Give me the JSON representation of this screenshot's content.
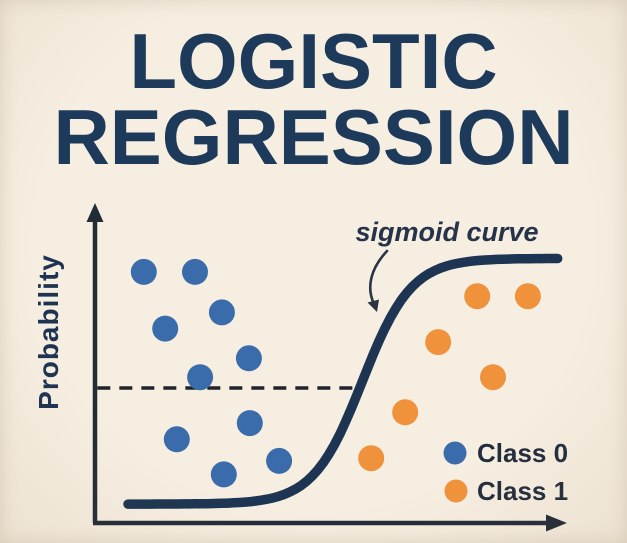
{
  "title": {
    "line1": "LOGISTIC",
    "line2": "REGRESSION"
  },
  "colors": {
    "background": "#f6eee1",
    "title_navy": "#1d3a5a",
    "curve_navy": "#1d3553",
    "axis_dark": "#222b38",
    "class0_blue": "#3a6cab",
    "class1_orange": "#f0923b",
    "threshold_dash": "#20242a"
  },
  "chart_data": {
    "type": "scatter",
    "title": "Logistic Regression",
    "xlabel": "",
    "ylabel": "Probability",
    "annotation": "sigmoid curve",
    "x_range": [
      0,
      10
    ],
    "y_range": [
      0,
      1
    ],
    "grid": false,
    "threshold": {
      "y": 0.5,
      "x_start": 0.05,
      "x_end": 5.62,
      "style": "dashed"
    },
    "sigmoid": {
      "x_start": 0.71,
      "x_end": 9.95,
      "x0": 5.75,
      "k": 1.9,
      "y_min": 0.07,
      "y_max": 0.98
    },
    "series": [
      {
        "name": "Class 0",
        "color": "#3a6cab",
        "points": [
          [
            1.05,
            0.93
          ],
          [
            2.15,
            0.93
          ],
          [
            2.73,
            0.78
          ],
          [
            1.51,
            0.72
          ],
          [
            3.31,
            0.61
          ],
          [
            2.26,
            0.54
          ],
          [
            1.76,
            0.31
          ],
          [
            3.33,
            0.37
          ],
          [
            2.77,
            0.18
          ],
          [
            3.96,
            0.23
          ]
        ]
      },
      {
        "name": "Class 1",
        "color": "#f0923b",
        "points": [
          [
            8.22,
            0.84
          ],
          [
            9.31,
            0.84
          ],
          [
            7.38,
            0.67
          ],
          [
            8.56,
            0.54
          ],
          [
            6.67,
            0.41
          ],
          [
            5.94,
            0.24
          ]
        ]
      }
    ],
    "legend": {
      "position": "lower right",
      "entries": [
        "Class 0",
        "Class 1"
      ]
    }
  }
}
